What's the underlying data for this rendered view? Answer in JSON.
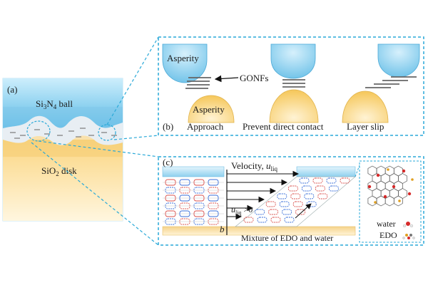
{
  "panel_a": {
    "tag": "(a)",
    "ball_label_pre": "Si",
    "ball_label_sub1": "3",
    "ball_label_mid": "N",
    "ball_label_sub2": "4",
    "ball_label_post": " ball",
    "disk_label_pre": "SiO",
    "disk_label_sub": "2",
    "disk_label_post": " disk"
  },
  "panel_b": {
    "tag": "(b)",
    "asperity_top": "Asperity",
    "asperity_bottom": "Asperity",
    "gonfs": "GONFs",
    "stages": [
      "Approach",
      "Prevent direct contact",
      "Layer slip"
    ]
  },
  "panel_c": {
    "tag": "(c)",
    "velocity_label": "Velocity, ",
    "velocity_symbol": "u",
    "velocity_sub": "liq",
    "gradient_symbol": "u",
    "gradient_sub": "liq",
    "gradient_rel": " >0",
    "height_symbol": "b",
    "mixture_label": "Mixture of EDO and water",
    "legend_water": "water",
    "legend_edo": "EDO"
  },
  "colors": {
    "ball_blue": "#8fd0ee",
    "disk_yellow": "#f7d48a",
    "dash_cyan": "#2aa9d8",
    "arrow_black": "#111111",
    "layer_red": "#d9534f",
    "layer_blue": "#3b6fd8"
  }
}
